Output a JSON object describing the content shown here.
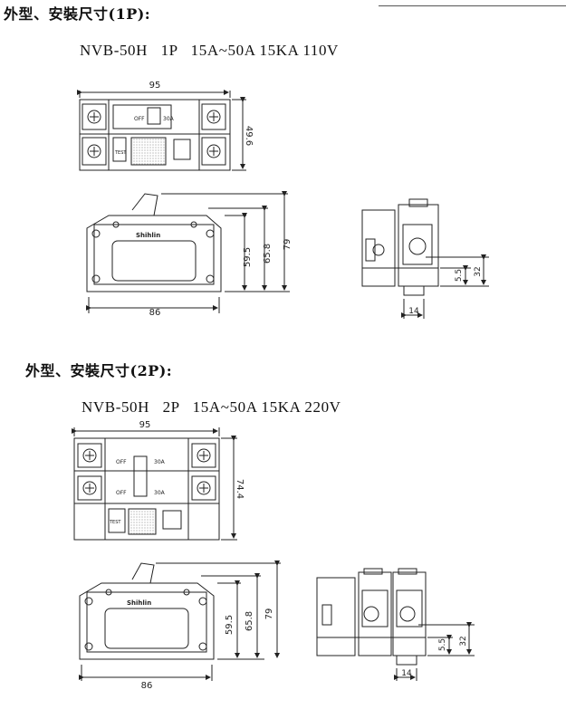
{
  "sections": [
    {
      "heading": "外型、安裝尺寸(1P):",
      "model": "NVB-50H   1P   15A~50A 15KA 110V",
      "top_view": {
        "width_dim": "95",
        "height_dim": "49.6",
        "pole_labels": [
          "OFF",
          "30A",
          "TEST"
        ]
      },
      "front_view": {
        "brand": "Shihlin",
        "width_dim": "86",
        "height_dims": [
          "59.5",
          "65.8",
          "79"
        ]
      },
      "side_view": {
        "dims": [
          "14",
          "5.5",
          "32"
        ]
      }
    },
    {
      "heading": "外型、安裝尺寸(2P):",
      "model": "NVB-50H   2P   15A~50A 15KA 220V",
      "top_view": {
        "width_dim": "95",
        "height_dim": "74.4",
        "pole_labels": [
          "OFF",
          "30A",
          "OFF",
          "30A",
          "TEST"
        ]
      },
      "front_view": {
        "brand": "Shihlin",
        "width_dim": "86",
        "height_dims": [
          "59.5",
          "65.8",
          "79"
        ]
      },
      "side_view": {
        "dims": [
          "14",
          "5.5",
          "32"
        ]
      }
    }
  ]
}
